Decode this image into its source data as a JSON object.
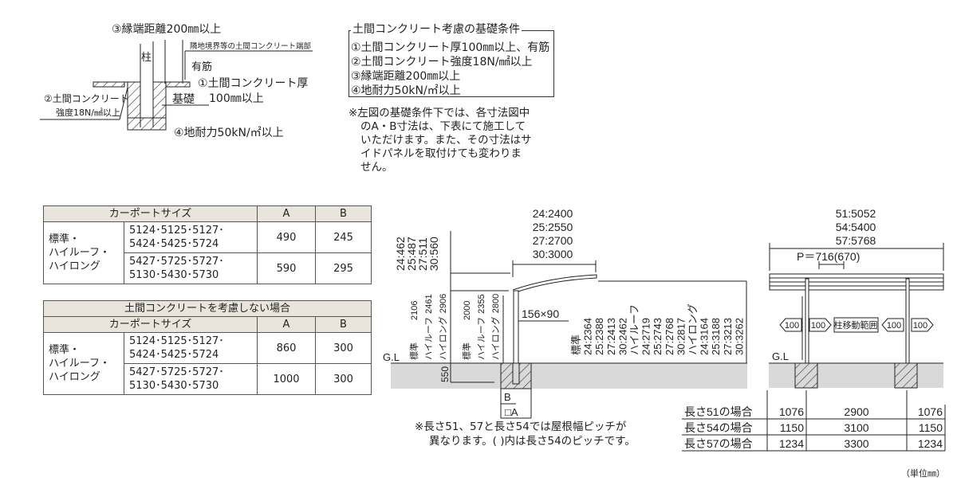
{
  "foundation_detail": {
    "edge_distance": "③縁端距離200㎜以上",
    "boundary_note": "隣地境界等の土間コンクリート端部",
    "post": "柱",
    "rebar": "有筋",
    "slab_thickness": "①土間コンクリート厚",
    "slab_thickness_value": "100㎜以上",
    "slab_strength": "②土間コンクリート",
    "slab_strength_value": "強度18N/㎟以上",
    "foundation": "基礎",
    "bearing": "④地耐力50kN/㎡以上"
  },
  "conditions": {
    "title": "土間コンクリート考慮の基礎条件",
    "items": [
      "①土間コンクリート厚100㎜以上、有筋",
      "②土間コンクリート強度18N/㎟以上",
      "③縁端距離200㎜以上",
      "④地耐力50kN/㎡以上"
    ],
    "note": [
      "※左図の基礎条件下では、各寸法図中",
      "のA・B寸法は、下表にて施工して",
      "いただけます。また、その寸法はサ",
      "イドパネルを取付けても変わりま",
      "せん。"
    ]
  },
  "table1": {
    "headers": [
      "カーポートサイズ",
      "A",
      "B"
    ],
    "row_label": [
      "標準・",
      "ハイルーフ・",
      "ハイロング"
    ],
    "rows": [
      {
        "sizes": [
          "5124･5125･5127･",
          "5424･5425･5724"
        ],
        "a": "490",
        "b": "245"
      },
      {
        "sizes": [
          "5427･5725･5727･",
          "5130･5430･5730"
        ],
        "a": "590",
        "b": "295"
      }
    ]
  },
  "table2": {
    "title": "土間コンクリートを考慮しない場合",
    "headers": [
      "カーポートサイズ",
      "A",
      "B"
    ],
    "row_label": [
      "標準・",
      "ハイルーフ・",
      "ハイロング"
    ],
    "rows": [
      {
        "sizes": [
          "5124･5125･5127･",
          "5424･5425･5724"
        ],
        "a": "860",
        "b": "300"
      },
      {
        "sizes": [
          "5427･5725･5727･",
          "5130･5430･5730"
        ],
        "a": "1000",
        "b": "300"
      }
    ]
  },
  "side_view": {
    "width_dims": [
      "24:2400",
      "25:2550",
      "27:2700",
      "30:3000"
    ],
    "overhang_dims": [
      "24:462",
      "25:487",
      "27:511",
      "30:560"
    ],
    "heights_a": [
      {
        "label": "標準",
        "value": "2106"
      },
      {
        "label": "ハイルーフ",
        "value": "2461"
      },
      {
        "label": "ハイロング",
        "value": "2906"
      }
    ],
    "heights_b": [
      {
        "label": "標準",
        "value": "2000"
      },
      {
        "label": "ハイルーフ",
        "value": "2355"
      },
      {
        "label": "ハイロング",
        "value": "2800"
      }
    ],
    "post_size": "156×90",
    "gl": "G.L",
    "depth": "550",
    "front_heights": [
      "標準",
      "24:2364",
      "25:2388",
      "27:2413",
      "30:2462",
      "ハイルーフ",
      "24:2719",
      "25:2743",
      "27:2768",
      "30:2817",
      "ハイロング",
      "24:3164",
      "25:3188",
      "27:3213",
      "30:3262"
    ],
    "b_label": "B",
    "a_label": "□A",
    "note": [
      "※長さ51、57と長さ54では屋根幅ピッチが",
      "異なります。( )内は長さ54のピッチです。"
    ]
  },
  "front_view": {
    "length_dims": [
      "51:5052",
      "54:5400",
      "57:5768"
    ],
    "pitch": "P＝716(670)",
    "gl": "G.L",
    "move_range": "柱移動範囲",
    "arrow_value": "100",
    "table": [
      {
        "label": "長さ51の場合",
        "values": [
          "1076",
          "2900",
          "1076"
        ]
      },
      {
        "label": "長さ54の場合",
        "values": [
          "1150",
          "3100",
          "1150"
        ]
      },
      {
        "label": "長さ57の場合",
        "values": [
          "1234",
          "3300",
          "1234"
        ]
      }
    ],
    "unit": "（単位㎜）"
  }
}
